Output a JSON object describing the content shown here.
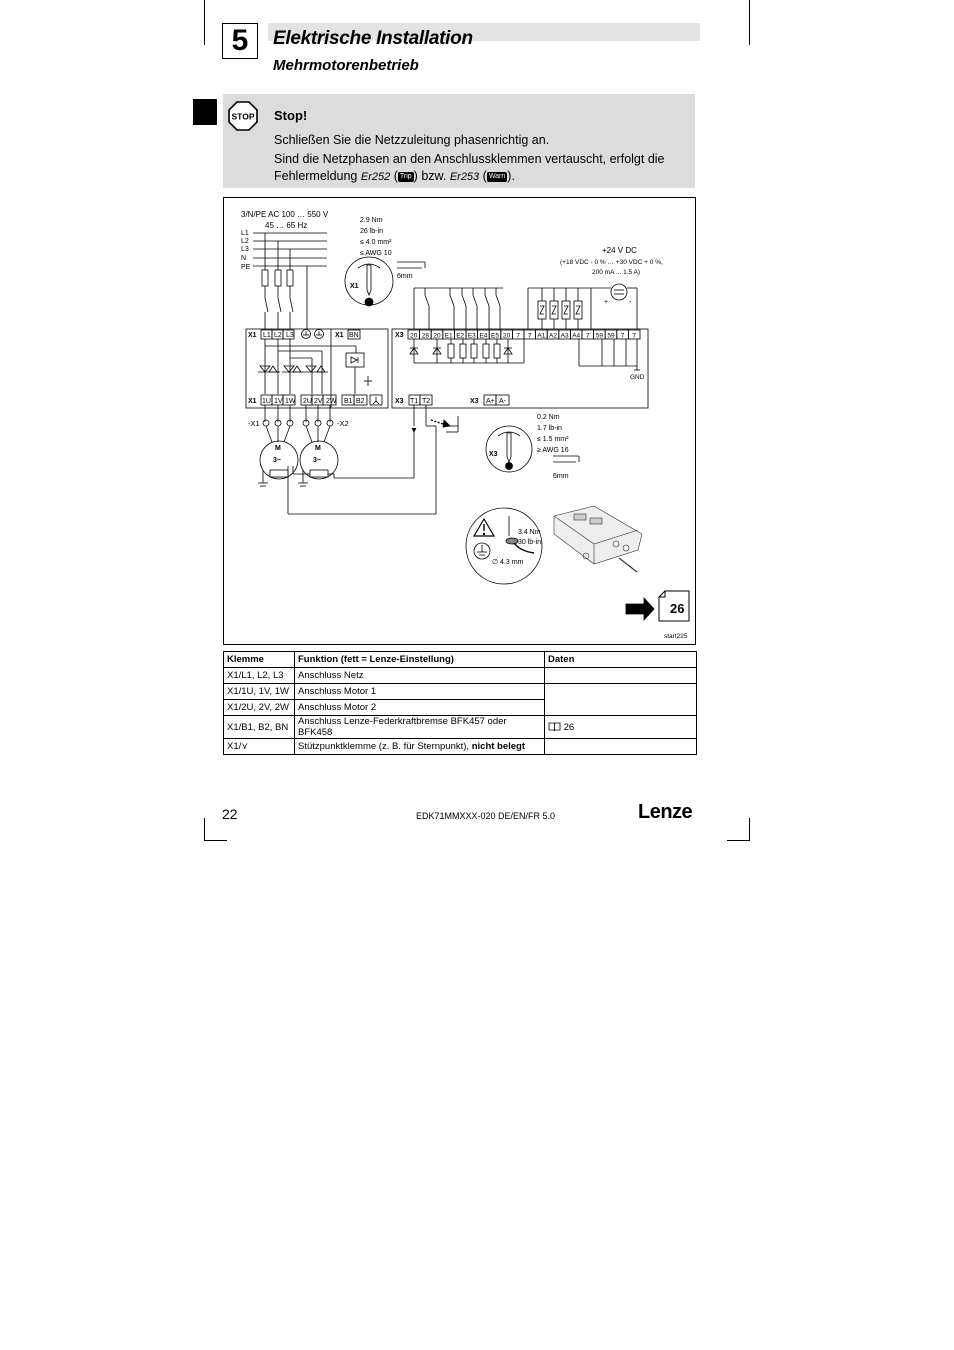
{
  "header": {
    "chapter_number": "5",
    "title": "Elektrische Installation",
    "subtitle": "Mehrmotorenbetrieb"
  },
  "stop": {
    "icon_label": "STOP",
    "heading": "Stop!",
    "line1": "Schließen Sie die Netzzuleitung phasenrichtig an.",
    "line2": "Sind die Netzphasen an den Anschlussklemmen vertauscht, erfolgt die",
    "line3_prefix": "Fehlermeldung",
    "error1": "Er252",
    "tag1": "Trip",
    "between": "bzw.",
    "error2": "Er253",
    "tag2": "Warn",
    "suffix": ")."
  },
  "diagram": {
    "supply_1": "3/N/PE AC 100 … 550 V",
    "supply_2": "45 … 65 Hz",
    "lines": [
      "L1",
      "L2",
      "L3",
      "N",
      "PE"
    ],
    "torque_x1": [
      "2.9 Nm",
      "26 lb-in",
      "≤ 4.0 mm²",
      "≤ AWG 10"
    ],
    "strip_x1": "6mm",
    "x1_label": "X1",
    "x3_label": "X3",
    "supply_24v": "+24 V DC",
    "supply_24v_range": "(+18 VDC - 0 % … +30 VDC + 0 %,",
    "supply_24v_current": "200 mA ... 1.5 A)",
    "gnd": "GND",
    "x1_top_terminals": [
      "L1",
      "L2",
      "L3"
    ],
    "x1_bn": "BN",
    "x3_top_terminals": [
      "20",
      "28",
      "20",
      "E1",
      "E2",
      "E3",
      "E4",
      "E5",
      "20",
      "7",
      "7",
      "A1",
      "A2",
      "A3",
      "A4",
      "7",
      "59",
      "59",
      "7",
      "7"
    ],
    "x1_bottom_terminals": [
      "1U",
      "1V",
      "1W",
      "2U",
      "2V",
      "2W",
      "B1",
      "B2"
    ],
    "x3_temp_terminals": [
      "T1",
      "T2"
    ],
    "x3_bus_terminals": [
      "A+",
      "A-"
    ],
    "motor_tag_1": "-X1",
    "motor_tag_2": "-X2",
    "motor_label": "M",
    "motor_type": "3~",
    "torque_x3": [
      "0.2 Nm",
      "1.7 lb-in",
      "≤ 1.5 mm²",
      "≥ AWG 16"
    ],
    "strip_x3": "6mm",
    "torque_pe": [
      "3.4 Nm",
      "30 lb-in"
    ],
    "pe_diameter": "∅ 4.3 mm",
    "page_ref": "26",
    "figure_id": "start225"
  },
  "table": {
    "headers": [
      "Klemme",
      "Funktion (fett = Lenze-Einstellung)",
      "Daten"
    ],
    "rows": [
      {
        "klemme": "X1/L1, L2, L3",
        "funktion": "Anschluss Netz",
        "daten": ""
      },
      {
        "klemme": "X1/1U, 1V, 1W",
        "funktion": "Anschluss Motor 1",
        "daten": ""
      },
      {
        "klemme": "X1/2U, 2V, 2W",
        "funktion": "Anschluss Motor 2",
        "daten": ""
      },
      {
        "klemme": "X1/B1, B2, BN",
        "funktion": "Anschluss Lenze-Federkraftbremse BFK457 oder BFK458",
        "daten": "26"
      },
      {
        "klemme": "X1/⋎",
        "funktion": "Stützpunktklemme (z. B. für Sternpunkt), ",
        "funktion_bold": "nicht belegt",
        "daten": ""
      }
    ]
  },
  "footer": {
    "page_number": "22",
    "doc_id": "EDK71MMXXX-020 DE/EN/FR 5.0",
    "logo": "Lenze"
  }
}
